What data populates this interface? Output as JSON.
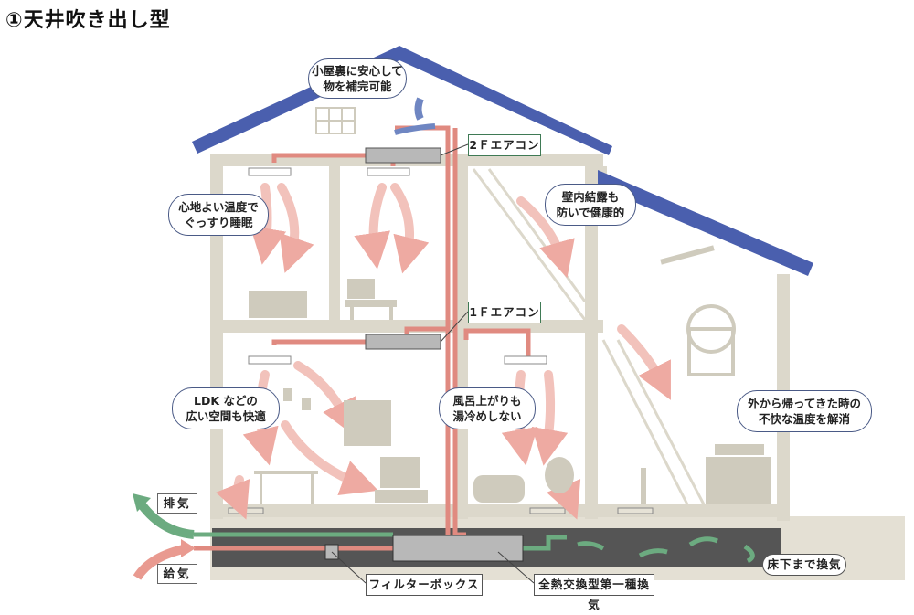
{
  "title": "①天井吹き出し型",
  "bubbles": {
    "attic": [
      "小屋裏に安心して",
      "物を補完可能"
    ],
    "bedroom": [
      "心地よい温度で",
      "ぐっすり睡眠"
    ],
    "wall": [
      "壁内結露も",
      "防いで健康的"
    ],
    "ldk": [
      "LDK などの",
      "広い空間も快適"
    ],
    "bath": [
      "風呂上がりも",
      "湯冷めしない"
    ],
    "outside": [
      "外から帰ってきた時の",
      "不快な温度を解消"
    ]
  },
  "labels": {
    "ac_2f": "2Ｆエアコン",
    "ac_1f": "1Ｆエアコン",
    "exhaust": "排気",
    "supply": "給気",
    "filter_box": "フィルターボックス",
    "heat_exchanger": "全熱交換型第一種換気",
    "underfloor": "床下まで換気"
  },
  "colors": {
    "roof": "#4a5fae",
    "wall": "#dcd8cb",
    "furniture": "#c9c5b6",
    "duct_warm": "#e08a80",
    "duct_green": "#6cab80",
    "underfloor": "#555555",
    "airflow": "#f2c2bb"
  }
}
